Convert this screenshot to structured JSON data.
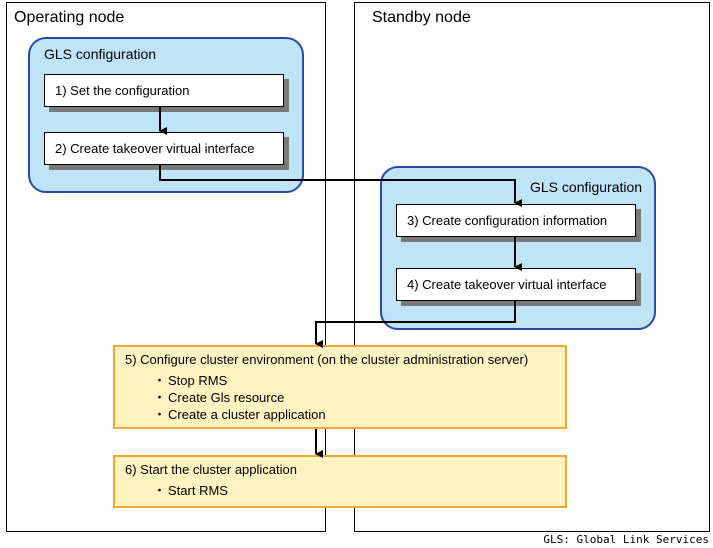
{
  "operating_node": {
    "title": "Operating node"
  },
  "standby_node": {
    "title": "Standby node"
  },
  "gls_operating": {
    "title": "GLS configuration"
  },
  "gls_standby": {
    "title": "GLS configuration"
  },
  "steps": {
    "step1": "1) Set the configuration",
    "step2": "2) Create takeover virtual interface",
    "step3": "3) Create configuration information",
    "step4": "4) Create takeover virtual interface",
    "step5": {
      "title": "5) Configure cluster environment (on the cluster administration server)",
      "items": [
        "Stop RMS",
        "Create Gls resource",
        "Create a cluster application"
      ]
    },
    "step6": {
      "title": "6) Start the cluster application",
      "items": [
        "Start RMS"
      ]
    }
  },
  "footnote": "GLS: Global Link Services",
  "colors": {
    "gls_fill": "#bfe3f7",
    "gls_border": "#2a48a8",
    "cluster_fill": "#fff3c2",
    "cluster_border": "#f0a830"
  }
}
